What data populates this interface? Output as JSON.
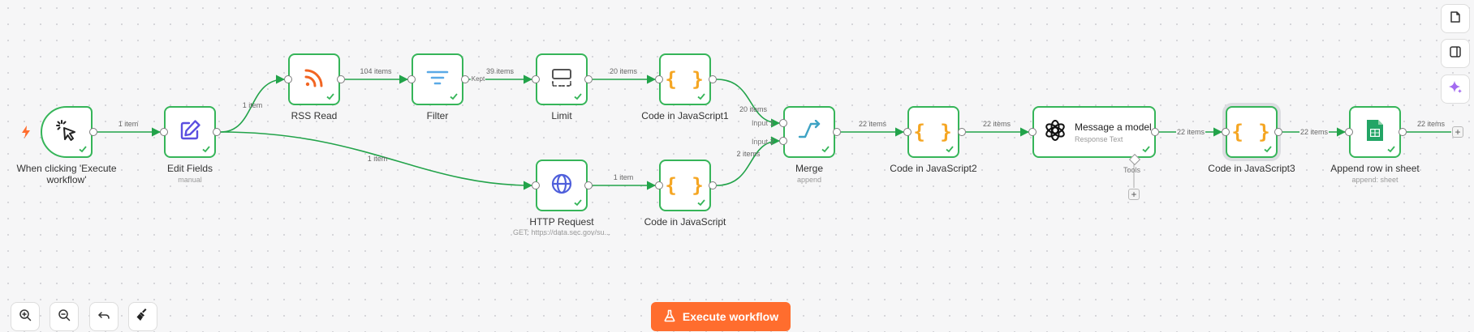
{
  "colors": {
    "success": "#36b559",
    "wire": "#22a34a",
    "accent": "#ff6d2e",
    "code_icon": "#f5a623",
    "rss_icon": "#f26522",
    "filter_icon": "#5aa9e6",
    "edit_icon": "#5b4fe0",
    "http_icon": "#4f5fdb",
    "merge_icon": "#3ea3c4",
    "sheets_icon": "#23a566",
    "sparkle_icon": "#a36bf0"
  },
  "nodes": {
    "trigger": {
      "label": "When clicking 'Execute workflow'",
      "icon": "cursor-click-icon"
    },
    "edit_fields": {
      "label": "Edit Fields",
      "subtitle": "manual",
      "icon": "pencil-edit-icon"
    },
    "rss_read": {
      "label": "RSS Read",
      "icon": "rss-icon"
    },
    "filter": {
      "label": "Filter",
      "icon": "filter-icon"
    },
    "limit": {
      "label": "Limit",
      "icon": "limit-icon"
    },
    "code1": {
      "label": "Code in JavaScript1",
      "icon": "code-braces-icon",
      "glyph": "{ }"
    },
    "http_request": {
      "label": "HTTP Request",
      "subtitle": "GET: https://data.sec.gov/su...",
      "icon": "globe-icon"
    },
    "code": {
      "label": "Code in JavaScript",
      "icon": "code-braces-icon",
      "glyph": "{ }"
    },
    "merge": {
      "label": "Merge",
      "subtitle": "append",
      "icon": "merge-icon",
      "input1": "Input 1",
      "input2": "Input 2"
    },
    "code2": {
      "label": "Code in JavaScript2",
      "icon": "code-braces-icon",
      "glyph": "{ }"
    },
    "message_model": {
      "title": "Message a model",
      "subtitle": "Response Text",
      "tools_label": "Tools",
      "icon": "openai-icon"
    },
    "code3": {
      "label": "Code in JavaScript3",
      "icon": "code-braces-icon",
      "glyph": "{ }"
    },
    "append_sheet": {
      "label": "Append row in sheet",
      "subtitle": "append: sheet",
      "icon": "google-sheets-icon"
    }
  },
  "edges": {
    "trigger_edit": "1 item",
    "edit_rss": "1 item",
    "rss_filter": "104 items",
    "filter_kept": "Kept",
    "filter_limit": "39 items",
    "limit_code1": "20 items",
    "code1_merge": "20 items",
    "edit_http": "1 item",
    "http_code": "1 item",
    "code_merge": "2 items",
    "merge_code2": "22 items",
    "code2_message": "22 items",
    "message_code3": "22 items",
    "code3_append": "22 items",
    "append_out": "22 items"
  },
  "toolbar": {
    "execute_label": "Execute workflow",
    "execute_icon": "flask-icon",
    "zoom_in_icon": "zoom-in-icon",
    "zoom_out_icon": "zoom-out-icon",
    "undo_icon": "undo-icon",
    "clean_icon": "broom-icon"
  },
  "side_panel": {
    "icons": [
      "sticky-note-icon",
      "panel-toggle-icon",
      "ai-sparkle-icon"
    ]
  },
  "plus_glyph": "+"
}
